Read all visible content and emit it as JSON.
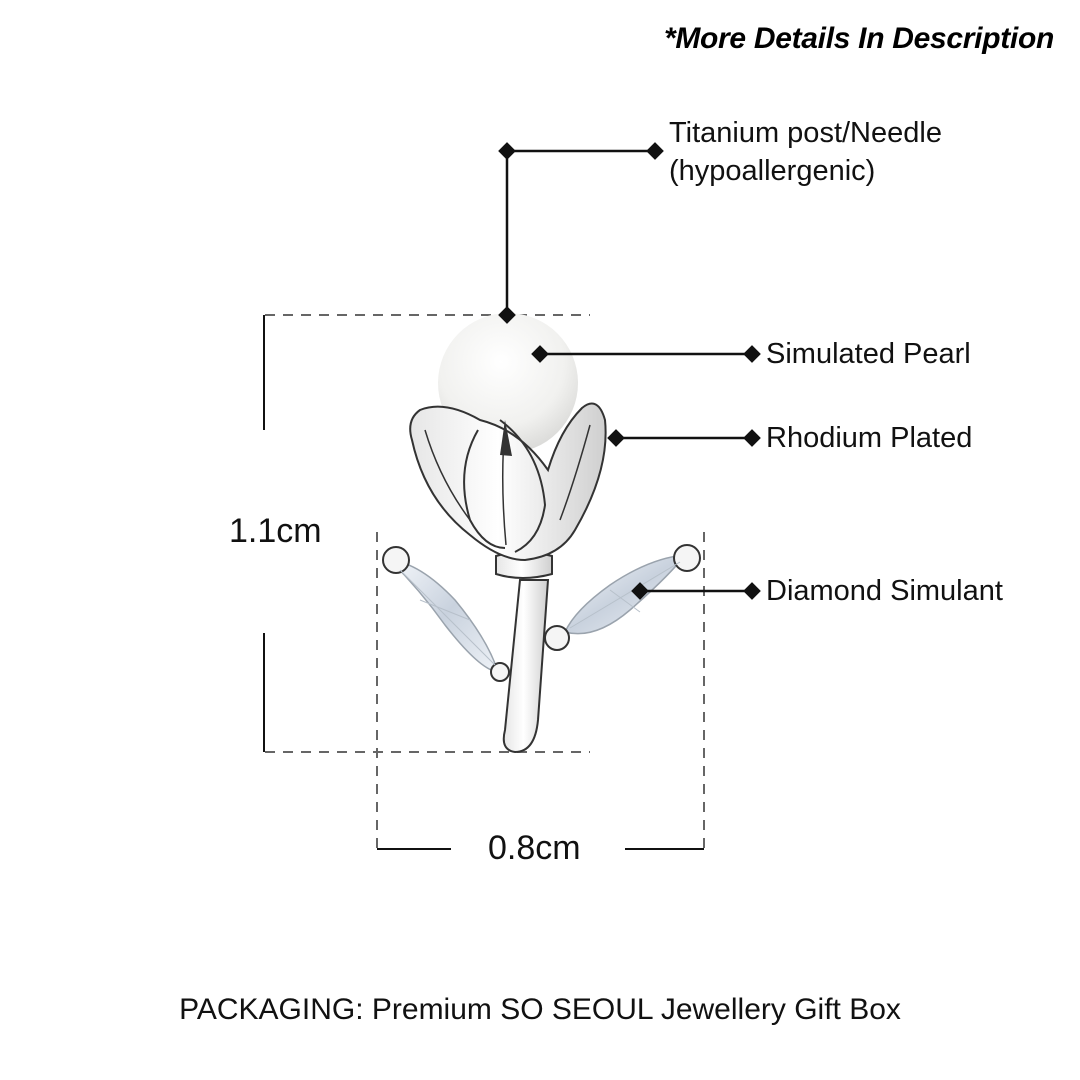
{
  "header": {
    "note": "*More Details In Description"
  },
  "callouts": [
    {
      "label_line1": "Titanium post/Needle",
      "label_line2": "(hypoallergenic)"
    },
    {
      "label": "Simulated Pearl"
    },
    {
      "label": "Rhodium Plated"
    },
    {
      "label": "Diamond Simulant"
    }
  ],
  "dimensions": {
    "height": "1.1cm",
    "width": "0.8cm"
  },
  "footer": {
    "packaging": "PACKAGING: Premium SO SEOUL Jewellery Gift Box"
  },
  "colors": {
    "line": "#111111",
    "dashed": "#666666",
    "pearl": "#f4f4f2",
    "metal": "#d9d9d9"
  }
}
